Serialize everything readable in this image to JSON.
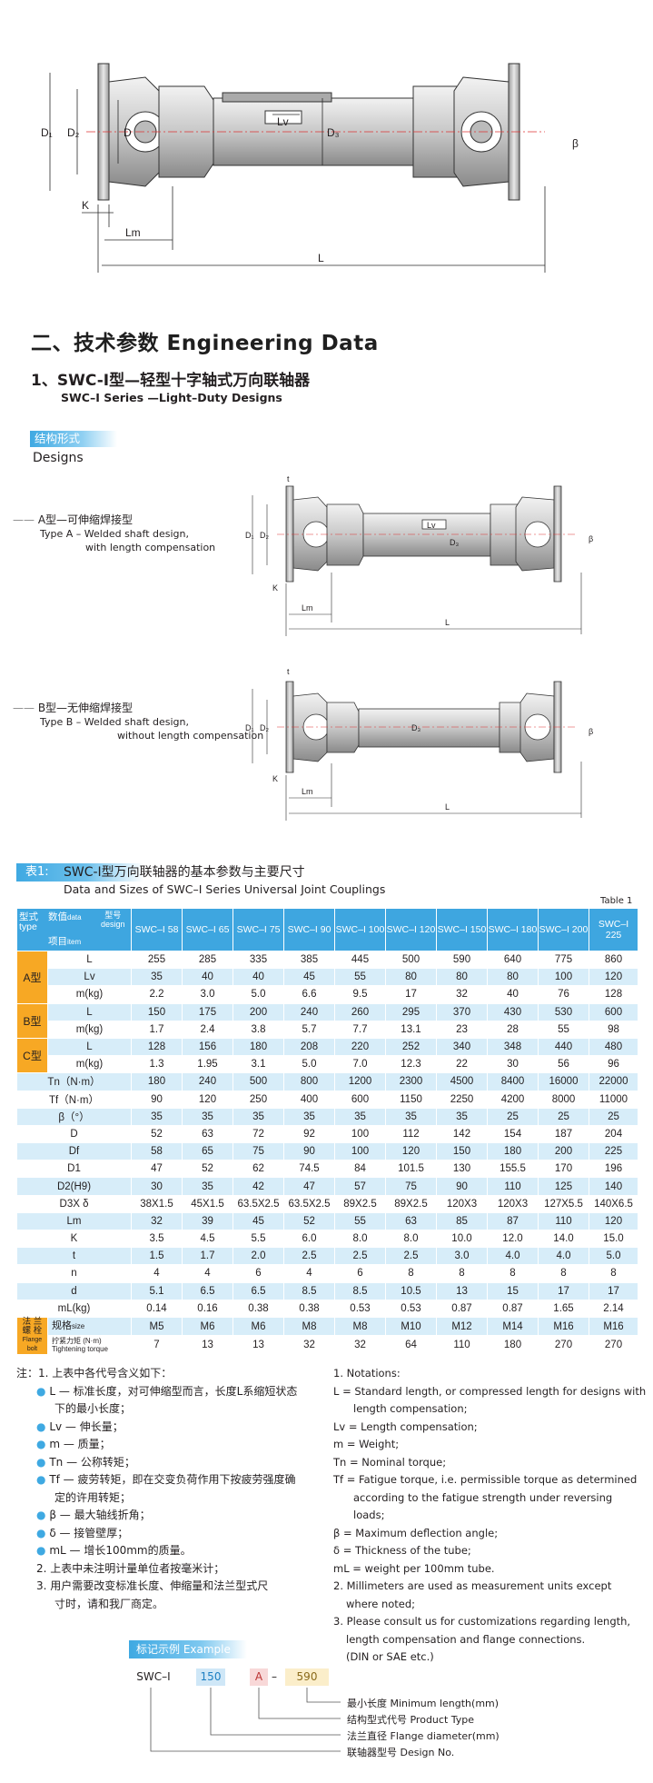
{
  "top_drawing": {
    "dims": {
      "D1": "D₁",
      "D2": "D₂",
      "D": "D",
      "Lv": "Lv",
      "D3": "D₃",
      "beta": "β",
      "K": "K",
      "Lm": "Lm",
      "L": "L"
    }
  },
  "heading": {
    "main": "二、技术参数  Engineering Data",
    "sub": "1、SWC-I型—轻型十字轴式万向联轴器",
    "sub_en": "SWC–I Series —Light–Duty Designs"
  },
  "designs": {
    "badge": "结构形式",
    "title_en": "Designs",
    "type_a": {
      "cn": "A型—可伸缩焊接型",
      "en1": "Type A – Welded shaft design,",
      "en2": "with length compensation"
    },
    "type_b": {
      "cn": "B型—无伸缩焊接型",
      "en1": "Type B – Welded shaft design,",
      "en2": "without length compensation"
    },
    "dims_a": {
      "t": "t",
      "D1": "D₁",
      "D2": "D₂",
      "Lv": "Lv",
      "D3": "D₃",
      "beta": "β",
      "K": "K",
      "Lm": "Lm",
      "L": "L"
    },
    "dims_b": {
      "t": "t",
      "D1": "D₁",
      "D2": "D₂",
      "D3": "D₃",
      "beta": "β",
      "K": "K",
      "Lm": "Lm",
      "L": "L"
    }
  },
  "table": {
    "badge": "表1:",
    "title_cn": "SWC-I型万向联轴器的基本参数与主要尺寸",
    "title_en": "Data and Sizes of SWC–I Series Universal Joint Couplings",
    "tag": "Table 1",
    "corner": {
      "type_cn": "型式",
      "type_en": "type",
      "data_cn": "数值",
      "data_en": "data",
      "design_cn": "型号",
      "design_en": "design",
      "item_cn": "项目",
      "item_en": "item"
    },
    "models": [
      "SWC–I 58",
      "SWC–I 65",
      "SWC–I 75",
      "SWC–I 90",
      "SWC–I 100",
      "SWC–I 120",
      "SWC–I 150",
      "SWC–I 180",
      "SWC–I 200",
      "SWC–I 225"
    ],
    "groups": {
      "a": "A型",
      "b": "B型",
      "c": "C型",
      "flange_cn": "法 兰 螺 栓",
      "flange_en": "Flange bolt"
    },
    "rows": [
      {
        "label": "L",
        "values": [
          "255",
          "285",
          "335",
          "385",
          "445",
          "500",
          "590",
          "640",
          "775",
          "860"
        ]
      },
      {
        "label": "Lv",
        "values": [
          "35",
          "40",
          "40",
          "45",
          "55",
          "80",
          "80",
          "80",
          "100",
          "120"
        ]
      },
      {
        "label": "m(kg)",
        "values": [
          "2.2",
          "3.0",
          "5.0",
          "6.6",
          "9.5",
          "17",
          "32",
          "40",
          "76",
          "128"
        ]
      },
      {
        "label": "L",
        "values": [
          "150",
          "175",
          "200",
          "240",
          "260",
          "295",
          "370",
          "430",
          "530",
          "600"
        ]
      },
      {
        "label": "m(kg)",
        "values": [
          "1.7",
          "2.4",
          "3.8",
          "5.7",
          "7.7",
          "13.1",
          "23",
          "28",
          "55",
          "98"
        ]
      },
      {
        "label": "L",
        "values": [
          "128",
          "156",
          "180",
          "208",
          "220",
          "252",
          "340",
          "348",
          "440",
          "480"
        ]
      },
      {
        "label": "m(kg)",
        "values": [
          "1.3",
          "1.95",
          "3.1",
          "5.0",
          "7.0",
          "12.3",
          "22",
          "30",
          "56",
          "96"
        ]
      },
      {
        "label": "Tn（N·m）",
        "values": [
          "180",
          "240",
          "500",
          "800",
          "1200",
          "2300",
          "4500",
          "8400",
          "16000",
          "22000"
        ]
      },
      {
        "label": "Tf（N·m）",
        "values": [
          "90",
          "120",
          "250",
          "400",
          "600",
          "1150",
          "2250",
          "4200",
          "8000",
          "11000"
        ]
      },
      {
        "label": "β（°）",
        "values": [
          "35",
          "35",
          "35",
          "35",
          "35",
          "35",
          "35",
          "25",
          "25",
          "25"
        ]
      },
      {
        "label": "D",
        "values": [
          "52",
          "63",
          "72",
          "92",
          "100",
          "112",
          "142",
          "154",
          "187",
          "204"
        ]
      },
      {
        "label": "Df",
        "values": [
          "58",
          "65",
          "75",
          "90",
          "100",
          "120",
          "150",
          "180",
          "200",
          "225"
        ]
      },
      {
        "label": "D1",
        "values": [
          "47",
          "52",
          "62",
          "74.5",
          "84",
          "101.5",
          "130",
          "155.5",
          "170",
          "196"
        ]
      },
      {
        "label": "D2(H9)",
        "values": [
          "30",
          "35",
          "42",
          "47",
          "57",
          "75",
          "90",
          "110",
          "125",
          "140"
        ]
      },
      {
        "label": "D3X δ",
        "values": [
          "38X1.5",
          "45X1.5",
          "63.5X2.5",
          "63.5X2.5",
          "89X2.5",
          "89X2.5",
          "120X3",
          "120X3",
          "127X5.5",
          "140X6.5"
        ]
      },
      {
        "label": "Lm",
        "values": [
          "32",
          "39",
          "45",
          "52",
          "55",
          "63",
          "85",
          "87",
          "110",
          "120"
        ]
      },
      {
        "label": "K",
        "values": [
          "3.5",
          "4.5",
          "5.5",
          "6.0",
          "8.0",
          "8.0",
          "10.0",
          "12.0",
          "14.0",
          "15.0"
        ]
      },
      {
        "label": "t",
        "values": [
          "1.5",
          "1.7",
          "2.0",
          "2.5",
          "2.5",
          "2.5",
          "3.0",
          "4.0",
          "4.0",
          "5.0"
        ]
      },
      {
        "label": "n",
        "values": [
          "4",
          "4",
          "6",
          "4",
          "6",
          "8",
          "8",
          "8",
          "8",
          "8"
        ]
      },
      {
        "label": "d",
        "values": [
          "5.1",
          "6.5",
          "6.5",
          "8.5",
          "8.5",
          "10.5",
          "13",
          "15",
          "17",
          "17"
        ]
      },
      {
        "label": "mL(kg)",
        "values": [
          "0.14",
          "0.16",
          "0.38",
          "0.38",
          "0.53",
          "0.53",
          "0.87",
          "0.87",
          "1.65",
          "2.14"
        ]
      },
      {
        "label_cn": "规格",
        "label_en": "size",
        "values": [
          "M5",
          "M6",
          "M6",
          "M8",
          "M8",
          "M10",
          "M12",
          "M14",
          "M16",
          "M16"
        ]
      },
      {
        "label_cn": "拧紧力矩 (N·m)",
        "label_en": "Tightening torque",
        "values": [
          "7",
          "13",
          "13",
          "32",
          "32",
          "64",
          "110",
          "180",
          "270",
          "270"
        ]
      }
    ]
  },
  "notes_cn": {
    "n1": "注：1. 上表中各代号含义如下：",
    "L_a": "L — 标准长度，对可伸缩型而言，长度L系缩短状态",
    "L_b": "下的最小长度；",
    "Lv": "Lv — 伸长量；",
    "m": "m — 质量；",
    "Tn": "Tn — 公称转矩；",
    "Tf_a": "Tf — 疲劳转矩，即在交变负荷作用下按疲劳强度确",
    "Tf_b": "定的许用转矩；",
    "beta": "β — 最大轴线折角；",
    "delta": "δ — 接管壁厚；",
    "mL": "mL — 增长100mm的质量。",
    "n2": "2.  上表中未注明计量单位者按毫米计；",
    "n3a": "3.  用户需要改变标准长度、伸缩量和法兰型式尺",
    "n3b": "寸时，请和我厂商定。"
  },
  "notes_en": {
    "n1": "1. Notations:",
    "L_a": "L = Standard length, or compressed length for designs with",
    "L_b": "length compensation;",
    "Lv": "Lv = Length compensation;",
    "m": "m = Weight;",
    "Tn": "Tn = Nominal torque;",
    "Tf_a": "Tf = Fatigue torque, i.e.  permissible torque as determined",
    "Tf_b": "according to the fatigue strength under reversing loads;",
    "beta": "β = Maximum deflection angle;",
    "delta": "δ = Thickness of the tube;",
    "mL": "mL = weight per 100mm tube.",
    "n2a": "2. Millimeters are used as measurement units except",
    "n2b": "where noted;",
    "n3a": "3. Please consult us for customizations regarding length,",
    "n3b": "length compensation and flange connections.",
    "n3c": "(DIN or SAE etc.)"
  },
  "example": {
    "badge": "标记示例  Example",
    "prefix": "SWC–I",
    "flange": "150",
    "type": "A",
    "dash": "–",
    "length": "590",
    "legend1": "最小长度  Minimum length(mm)",
    "legend2": "结构型式代号  Product Type",
    "legend3": "法兰直径  Flange diameter(mm)",
    "legend4": "联轴器型号  Design No."
  },
  "colors": {
    "accent": "#3ea6e0",
    "light": "#d7edf9",
    "orange": "#f7a824"
  }
}
